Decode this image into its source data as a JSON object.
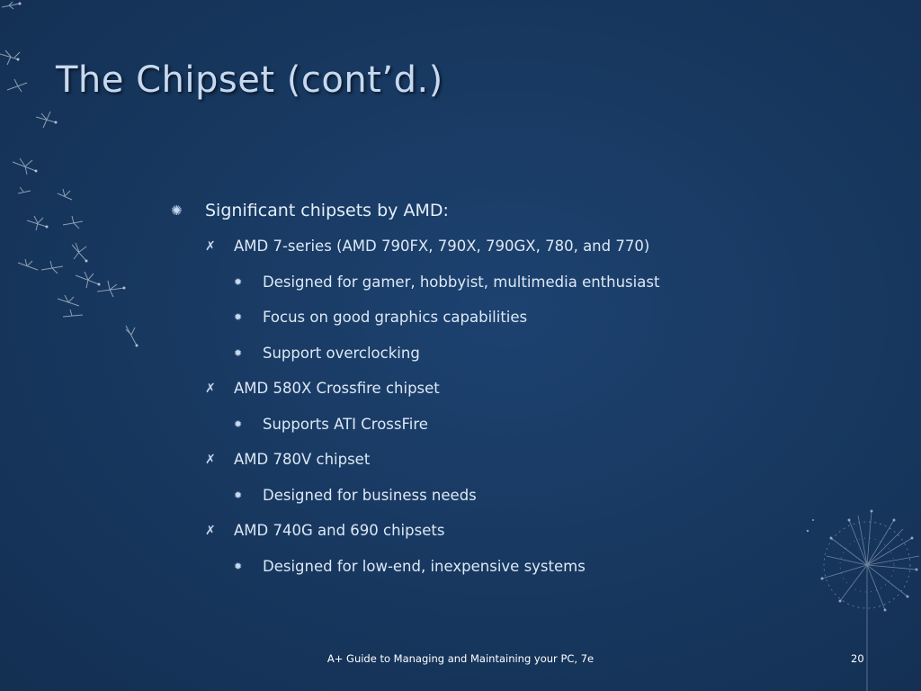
{
  "slide": {
    "title": "The Chipset (cont’d.)",
    "bullets": [
      {
        "level": 1,
        "text": "Significant chipsets by AMD:"
      },
      {
        "level": 2,
        "text": "AMD 7-series (AMD 790FX, 790X, 790GX, 780, and 770)"
      },
      {
        "level": 3,
        "text": "Designed for gamer, hobbyist, multimedia enthusiast"
      },
      {
        "level": 3,
        "text": "Focus on good graphics capabilities"
      },
      {
        "level": 3,
        "text": "Support overclocking"
      },
      {
        "level": 2,
        "text": "AMD 580X Crossfire chipset"
      },
      {
        "level": 3,
        "text": "Supports ATI CrossFire"
      },
      {
        "level": 2,
        "text": "AMD 780V chipset"
      },
      {
        "level": 3,
        "text": "Designed for business needs"
      },
      {
        "level": 2,
        "text": "AMD 740G and 690 chipsets"
      },
      {
        "level": 3,
        "text": "Designed for low-end, inexpensive systems"
      }
    ],
    "footer": "A+ Guide to Managing and Maintaining your PC, 7e",
    "page_number": "20"
  },
  "icons": {
    "level1_bullet": "sunburst-bullet-icon",
    "level2_bullet": "x-cross-bullet-icon",
    "level3_bullet": "small-sunburst-bullet-icon"
  },
  "colors": {
    "background": "#17375e",
    "title": "#c6d9f1",
    "text": "#dde8f5",
    "footer": "#ffffff"
  }
}
